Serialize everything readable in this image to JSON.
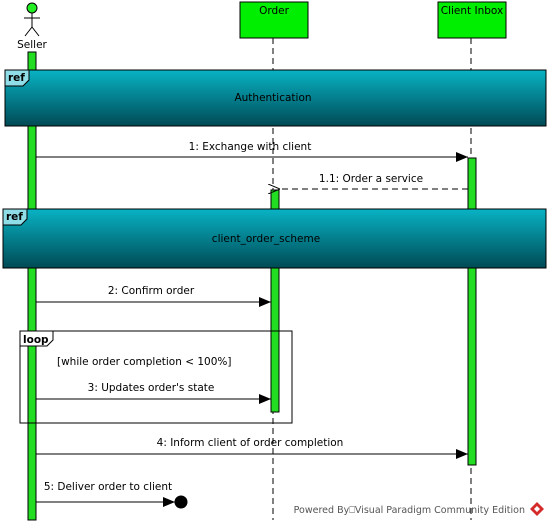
{
  "participants": {
    "actor": {
      "name": "Seller"
    },
    "order": {
      "name": "Order"
    },
    "inbox": {
      "name": "Client Inbox"
    }
  },
  "fragments": {
    "ref1": {
      "tag": "ref",
      "label": "Authentication"
    },
    "ref2": {
      "tag": "ref",
      "label": "client_order_scheme"
    },
    "loop": {
      "tag": "loop",
      "guard": "[while order completion < 100%]"
    }
  },
  "messages": {
    "m1": "1: Exchange with client",
    "m11": "1.1: Order a service",
    "m2": "2: Confirm order",
    "m3": "3: Updates order's state",
    "m4": "4: Inform client of order completion",
    "m5": "5: Deliver order to client"
  },
  "watermark": {
    "text": "Powered By⎕Visual Paradigm Community Edition"
  },
  "colors": {
    "activation": "#22dd22",
    "participant_box": "#00ee00",
    "ref_gradient_top": "#08b3c4",
    "ref_gradient_bottom": "#004a55",
    "logo": "#d42a2a"
  }
}
